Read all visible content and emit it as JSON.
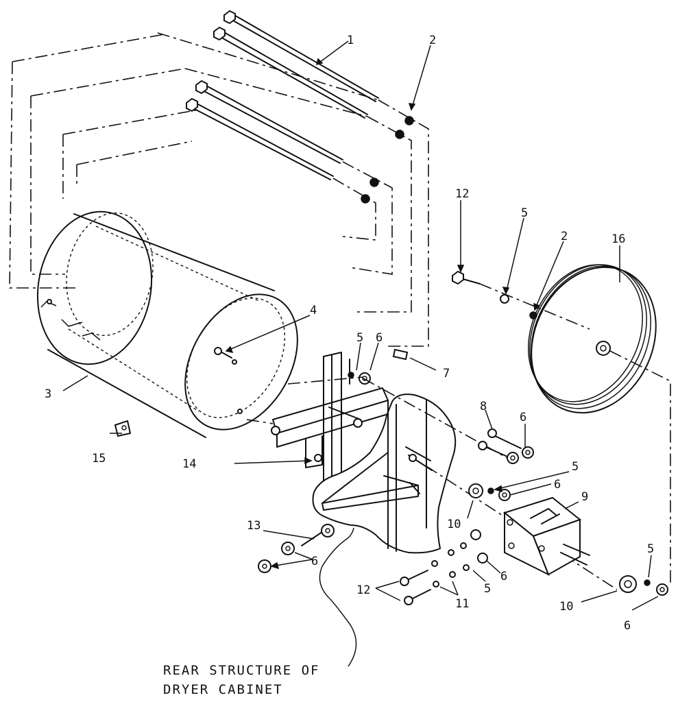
{
  "callouts": {
    "n1": "1",
    "n2_top": "2",
    "n2_right": "2",
    "n3": "3",
    "n4": "4",
    "n5_mid": "5",
    "n5_right": "5",
    "n5_center": "5",
    "n5_lower": "5",
    "n5_far": "5",
    "n6_mid": "6",
    "n6_right": "6",
    "n6_center": "6",
    "n6_left": "6",
    "n6_lower": "6",
    "n6_far": "6",
    "n7": "7",
    "n8": "8",
    "n9": "9",
    "n10_mid": "10",
    "n10_far": "10",
    "n11": "11",
    "n12_top": "12",
    "n12_lower": "12",
    "n13": "13",
    "n14": "14",
    "n15": "15",
    "n16": "16"
  },
  "caption": {
    "line1": "REAR STRUCTURE OF",
    "line2": "DRYER CABINET"
  }
}
